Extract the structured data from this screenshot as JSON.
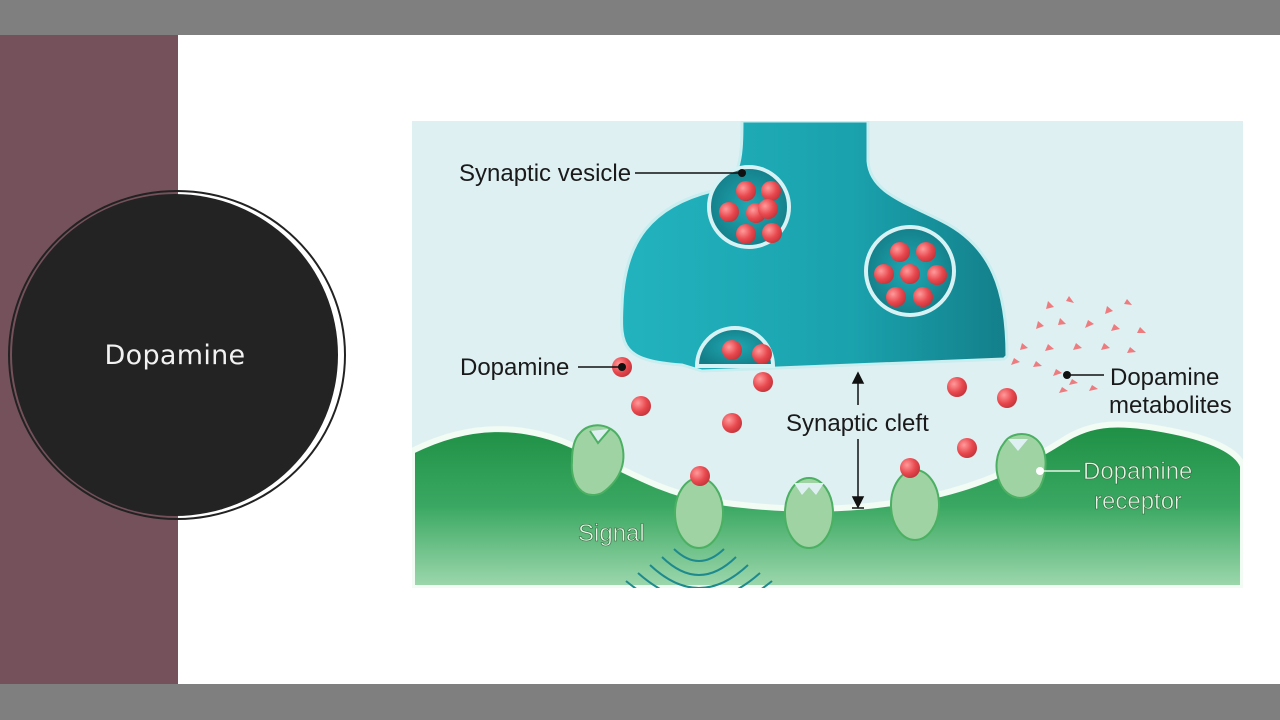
{
  "slide": {
    "title": "Dopamine",
    "colors": {
      "frame_bar": "#7f7f7f",
      "side_strip": "#74515b",
      "circle": "#232323",
      "cleft_background": "#dff0f3",
      "presynaptic": "#1ba3ae",
      "postsynaptic": "#2ea05a",
      "receptor": "#9fd3a4",
      "dopamine": "#e8494f"
    }
  },
  "diagram": {
    "labels": {
      "synaptic_vesicle": "Synaptic vesicle",
      "dopamine": "Dopamine",
      "synaptic_cleft": "Synaptic cleft",
      "metabolites_line1": "Dopamine",
      "metabolites_line2": "metabolites",
      "receptor_line1": "Dopamine",
      "receptor_line2": "receptor",
      "signal": "Signal"
    },
    "icons": {
      "vesicle": "vesicle-icon",
      "dopamine_molecule": "dopamine-molecule-icon",
      "receptor": "receptor-icon",
      "metabolite": "metabolite-triangle-icon",
      "signal_wave": "signal-wave-icon"
    }
  }
}
